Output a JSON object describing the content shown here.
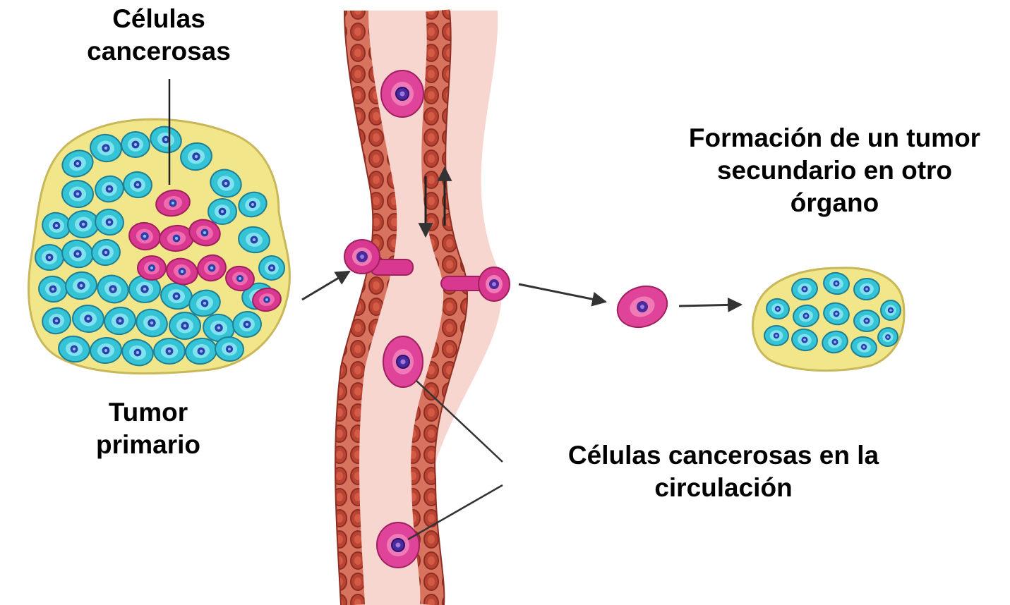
{
  "labels": {
    "cancer_cells": [
      "Células",
      "cancerosas"
    ],
    "primary_tumor": [
      "Tumor",
      "primario"
    ],
    "secondary_tumor": [
      "Formación de un tumor",
      "secundario en otro",
      "órgano"
    ],
    "circulating_cells": [
      "Células cancerosas en la",
      "circulación"
    ]
  },
  "colors": {
    "tumor_fill": "#f2e68a",
    "tumor_cell": "#35c4d6",
    "tumor_nucleus": "#2a3fa8",
    "cancer_cell": "#d8388f",
    "cancer_cell_light": "#f06ab0",
    "vessel_wall": "#c0523f",
    "vessel_lumen": "#f7d6cf",
    "background": "#ffffff"
  }
}
